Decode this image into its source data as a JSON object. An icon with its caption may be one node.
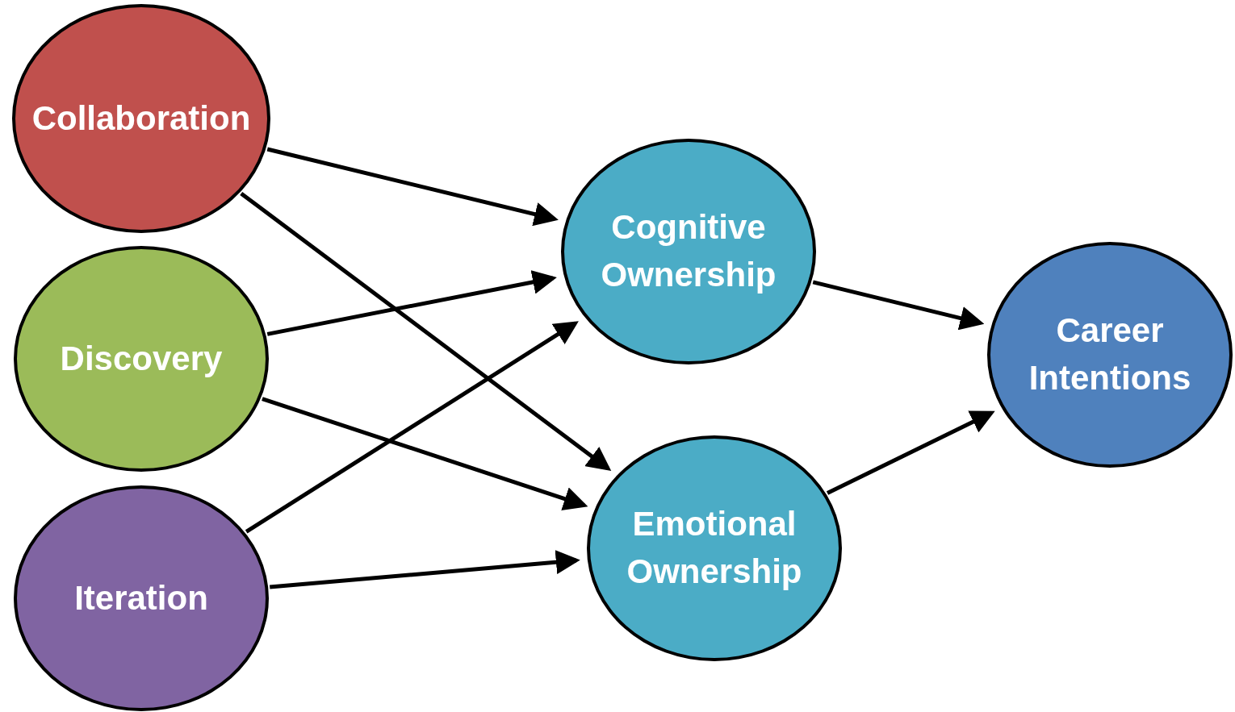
{
  "diagram": {
    "nodes": [
      {
        "text": [
          "Collaboration"
        ]
      },
      {
        "text": [
          "Discovery"
        ]
      },
      {
        "text": [
          "Iteration"
        ]
      },
      {
        "text": [
          "Cognitive Ownership"
        ]
      },
      {
        "text": [
          "Emotional Ownership"
        ]
      },
      {
        "text": [
          "Career Intentions"
        ]
      }
    ],
    "edges": [
      {
        "from": 0,
        "to": 3,
        "arrow": "to"
      },
      {
        "from": 0,
        "to": 4,
        "arrow": "to"
      },
      {
        "from": 1,
        "to": 3,
        "arrow": "to"
      },
      {
        "from": 1,
        "to": 4,
        "arrow": "to"
      },
      {
        "from": 2,
        "to": 3,
        "arrow": "to"
      },
      {
        "from": 2,
        "to": 4,
        "arrow": "to"
      },
      {
        "from": 3,
        "to": 5,
        "arrow": "to"
      },
      {
        "from": 4,
        "to": 5,
        "arrow": "to"
      }
    ]
  }
}
